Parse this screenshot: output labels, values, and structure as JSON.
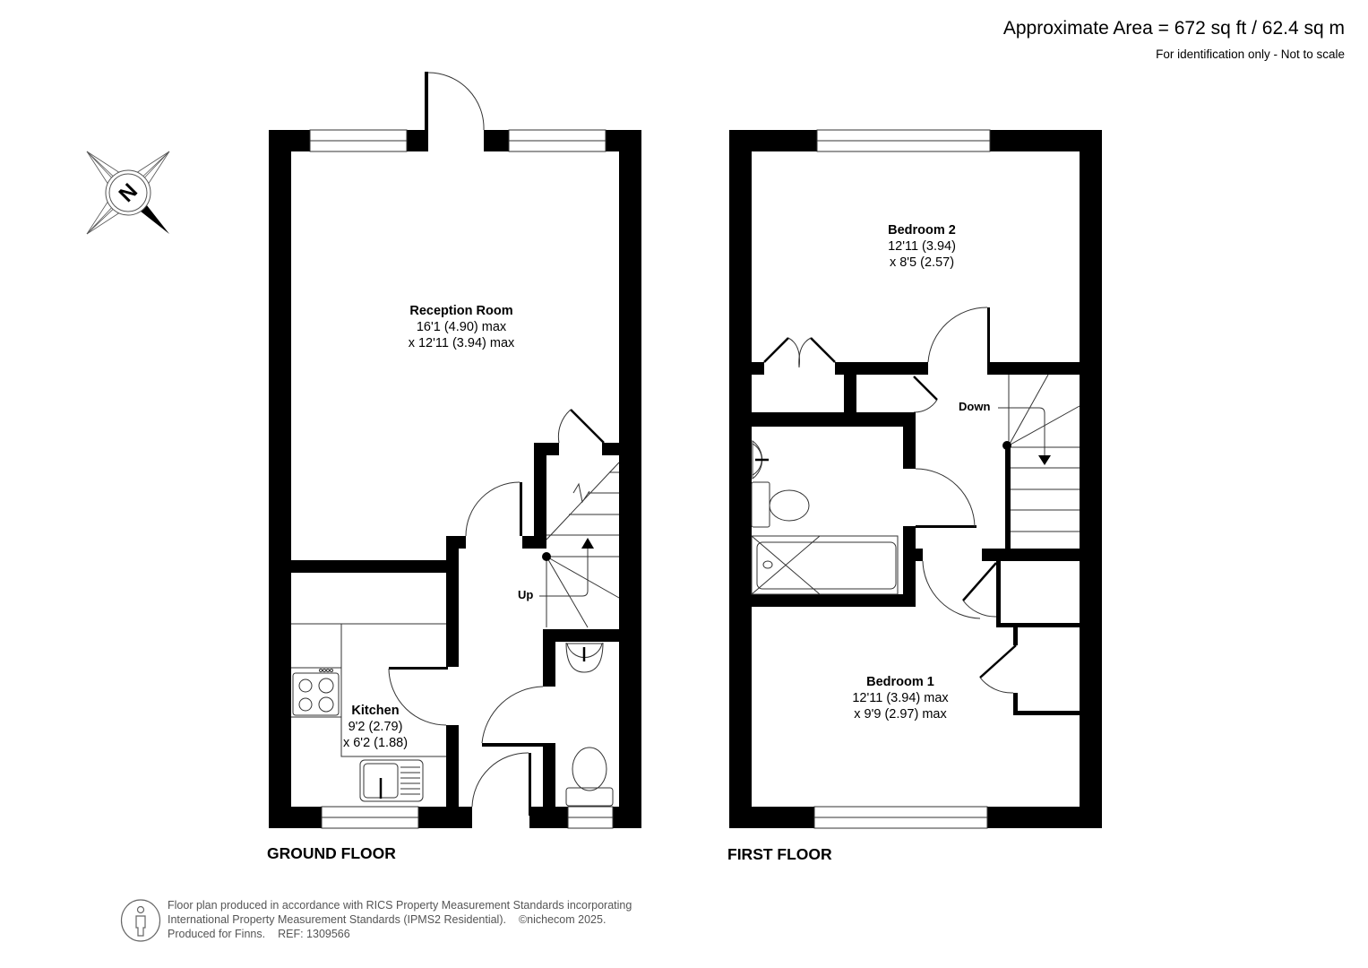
{
  "header": {
    "approximate_area": "Approximate Area = 672 sq ft / 62.4 sq m",
    "note": "For identification only - Not to scale"
  },
  "compass": {
    "icon": "north-compass-icon",
    "letter": "N"
  },
  "ground_floor": {
    "title": "GROUND FLOOR",
    "stairs_label": "Up",
    "rooms": [
      {
        "name": "Reception Room",
        "dim1": "16'1 (4.90) max",
        "dim2": "x 12'11 (3.94) max"
      },
      {
        "name": "Kitchen",
        "dim1": "9'2 (2.79)",
        "dim2": "x 6'2 (1.88)"
      }
    ]
  },
  "first_floor": {
    "title": "FIRST FLOOR",
    "stairs_label": "Down",
    "rooms": [
      {
        "name": "Bedroom 2",
        "dim1": "12'11 (3.94)",
        "dim2": "x 8'5 (2.57)"
      },
      {
        "name": "Bedroom 1",
        "dim1": "12'11 (3.94) max",
        "dim2": "x 9'9 (2.97) max"
      }
    ]
  },
  "footer": {
    "icon": "person-icon",
    "line1": "Floor plan produced in accordance with RICS Property Measurement Standards incorporating",
    "line2_a": "International Property Measurement Standards (IPMS2 Residential).",
    "line2_b": "©nichecom 2025.",
    "line3_a": "Produced for Finns.",
    "line3_b": "REF:  1309566"
  },
  "colors": {
    "wall": "#000000",
    "background": "#ffffff",
    "fixture_line": "#333333",
    "footer_text": "#555555"
  }
}
